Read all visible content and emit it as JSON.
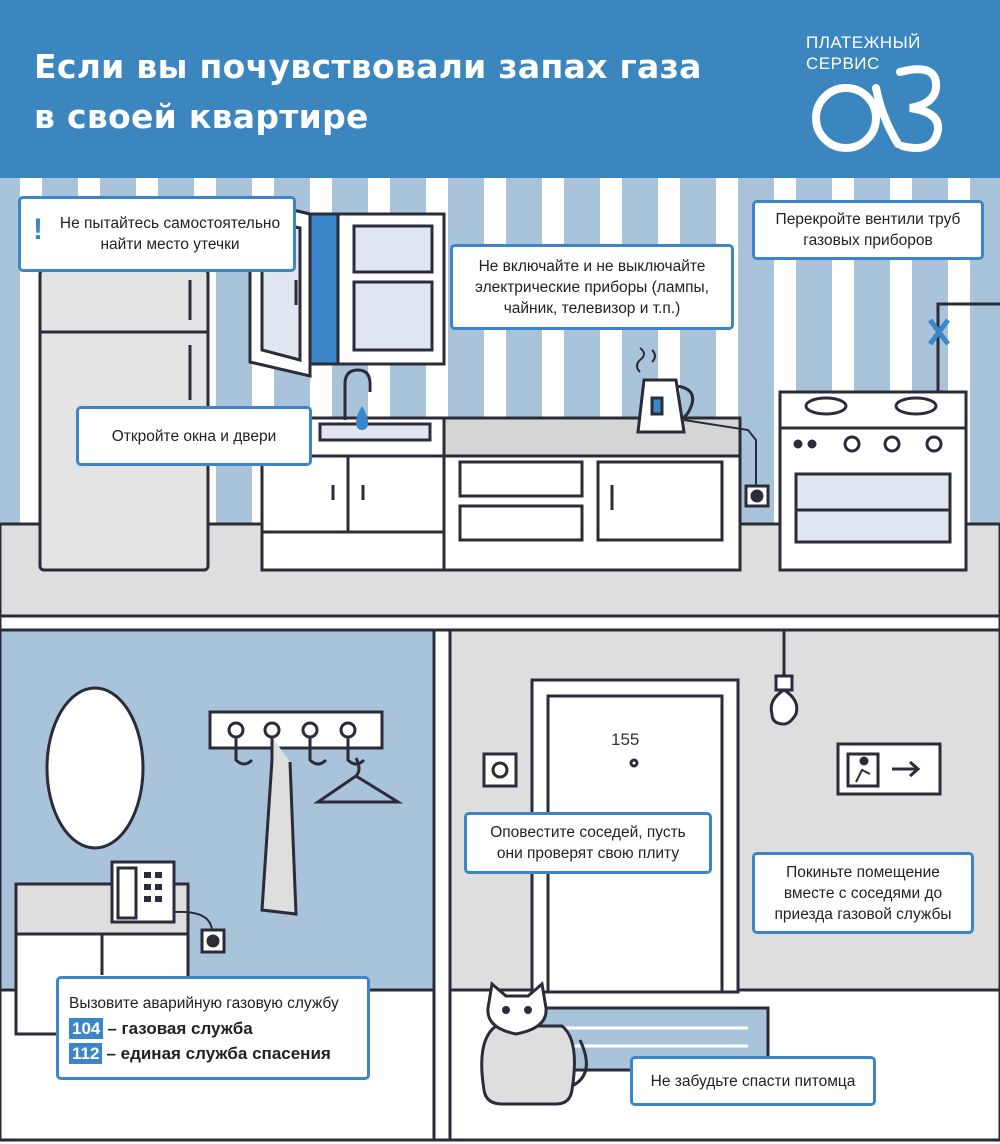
{
  "header": {
    "title_line1": "Если вы почувствовали запах газа",
    "title_line2": "в своей квартире",
    "brand_line1": "ПЛАТЕЖНЫЙ",
    "brand_line2": "СЕРВИС"
  },
  "callouts": {
    "no_search": {
      "line1": "Не пытайтесь самостоятельно",
      "line2": "найти место утечки"
    },
    "open_windows": "Откройте окна и двери",
    "electric": {
      "line1": "Не включайте и не выключайте",
      "line2": "электрические приборы (лампы,",
      "line3": "чайник, телевизор и т.п.)"
    },
    "valves": {
      "line1": "Перекройте вентили труб",
      "line2": "газовых приборов"
    },
    "neighbors": {
      "line1": "Оповестите соседей, пусть",
      "line2": "они проверят свою плиту"
    },
    "leave": {
      "line1": "Покиньте помещение",
      "line2": "вместе с соседями до",
      "line3": "приезда газовой службы"
    },
    "emergency": {
      "line1": "Вызовите аварийную газовую службу",
      "num1": "104",
      "label1": "– газовая служба",
      "num2": "112",
      "label2": "– единая служба спасения"
    },
    "pet": "Не забудьте спасти питомца"
  },
  "door_number": "155",
  "colors": {
    "header_bg": "#3c86c0",
    "accent": "#3a86c8",
    "wall_light": "#a9c3da",
    "wall_stripe": "#ffffff",
    "floor": "#dedede",
    "outline": "#2b2b3a"
  }
}
